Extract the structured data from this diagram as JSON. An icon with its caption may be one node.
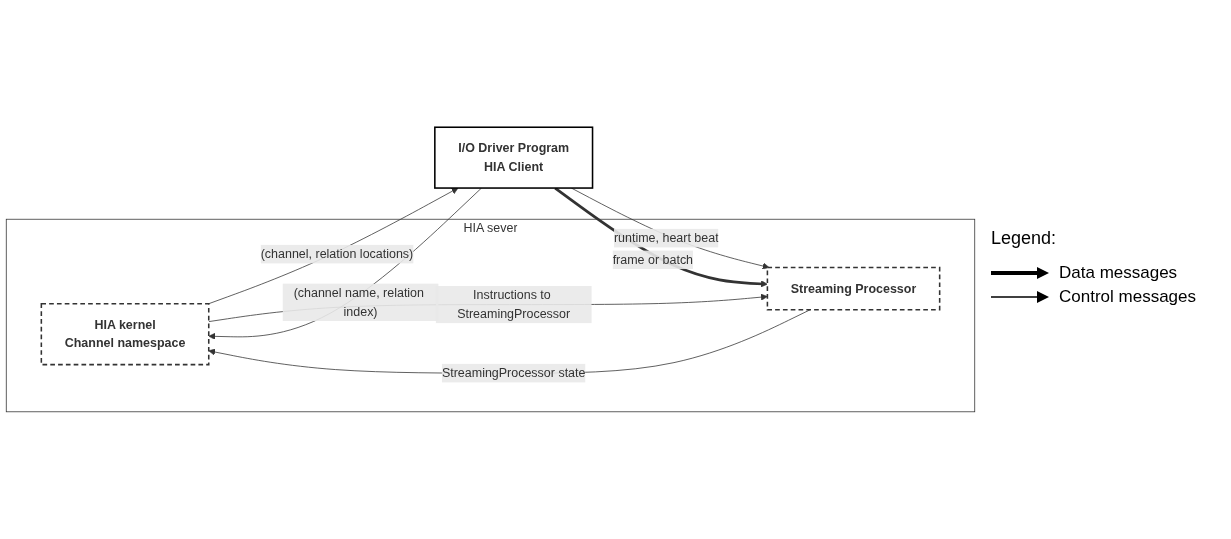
{
  "diagram": {
    "nodes": [
      {
        "text": [
          "HIA sever"
        ]
      },
      {
        "text": [
          "I/O Driver Program",
          "HIA Client"
        ]
      },
      {
        "text": [
          "HIA kernel",
          "Channel namespace"
        ],
        "in": 0
      },
      {
        "text": [
          "Streaming Processor"
        ],
        "in": 0
      }
    ],
    "edges": [
      {
        "from": 1,
        "to": 2,
        "arrow": "to",
        "label": "(channel name, relation index)"
      },
      {
        "from": 2,
        "to": 1,
        "arrow": "to",
        "label": "(channel, relation locations)"
      },
      {
        "from": 2,
        "to": 3,
        "arrow": "to",
        "label": "Instructions to StreamingProcessor"
      },
      {
        "from": 3,
        "to": 2,
        "arrow": "to",
        "label": "StreamingProcessor state"
      },
      {
        "from": 1,
        "to": 3,
        "arrow": "to",
        "label": "runtime, heart beat"
      },
      {
        "from": 1,
        "to": 3,
        "arrow": "to",
        "label": "frame or batch",
        "style": "thick"
      }
    ],
    "labels": [
      "Legend:"
    ],
    "legend": [
      {
        "text": "Data messages"
      },
      {
        "text": "Control messages"
      }
    ]
  }
}
